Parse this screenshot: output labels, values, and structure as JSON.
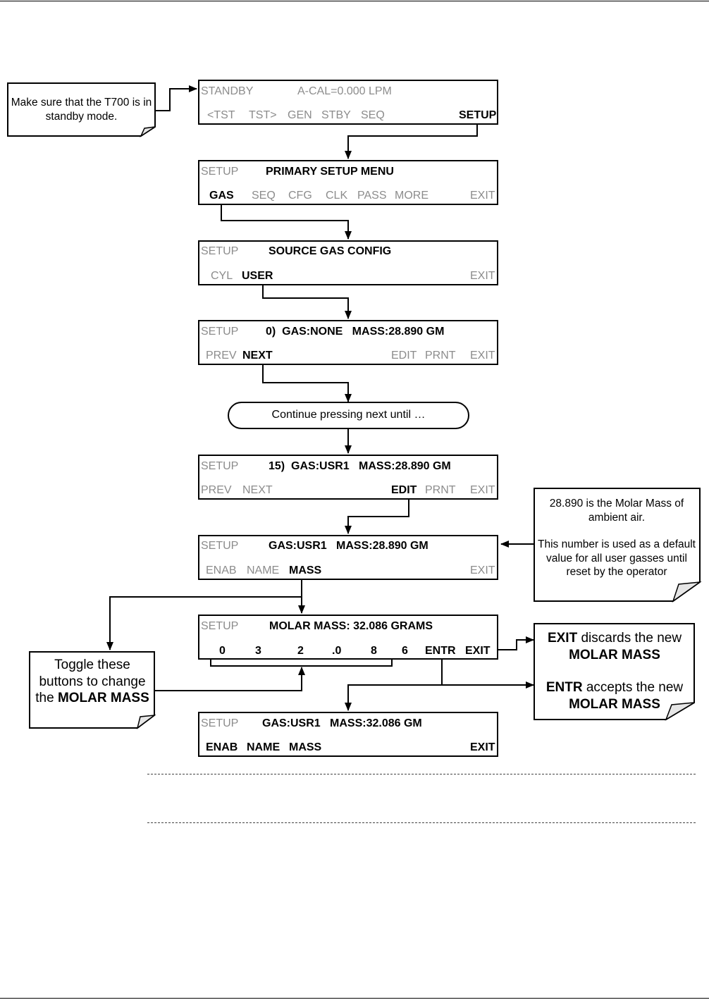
{
  "screens": [
    {
      "id": "standby",
      "row1": [
        {
          "text": "STANDBY",
          "style": "dim"
        },
        {
          "text": "A-CAL=0.000 LPM",
          "style": "dim"
        }
      ],
      "row2": [
        {
          "text": "<TST",
          "style": "dim"
        },
        {
          "text": "TST>",
          "style": "dim"
        },
        {
          "text": "GEN",
          "style": "dim"
        },
        {
          "text": "STBY",
          "style": "dim"
        },
        {
          "text": "SEQ",
          "style": "dim"
        },
        {
          "text": "SETUP",
          "style": "bold"
        }
      ]
    },
    {
      "id": "primary-setup",
      "row1": [
        {
          "text": "SETUP",
          "style": "dim"
        },
        {
          "text": "PRIMARY SETUP MENU",
          "style": "bold"
        }
      ],
      "row2": [
        {
          "text": "GAS",
          "style": "bold"
        },
        {
          "text": "SEQ",
          "style": "dim"
        },
        {
          "text": "CFG",
          "style": "dim"
        },
        {
          "text": "CLK",
          "style": "dim"
        },
        {
          "text": "PASS",
          "style": "dim"
        },
        {
          "text": "MORE",
          "style": "dim"
        },
        {
          "text": "EXIT",
          "style": "dim"
        }
      ]
    },
    {
      "id": "source-gas-config",
      "row1": [
        {
          "text": "SETUP",
          "style": "dim"
        },
        {
          "text": "SOURCE GAS CONFIG",
          "style": "bold"
        }
      ],
      "row2": [
        {
          "text": "CYL",
          "style": "dim"
        },
        {
          "text": "USER",
          "style": "bold"
        },
        {
          "text": "EXIT",
          "style": "dim"
        }
      ]
    },
    {
      "id": "gas-none",
      "row1": [
        {
          "text": "SETUP",
          "style": "dim"
        },
        {
          "text": "0)  GAS:NONE   MASS:28.890 GM",
          "style": "bold"
        }
      ],
      "row2": [
        {
          "text": "PREV",
          "style": "dim"
        },
        {
          "text": "NEXT",
          "style": "bold"
        },
        {
          "text": "EDIT",
          "style": "dim"
        },
        {
          "text": "PRNT",
          "style": "dim"
        },
        {
          "text": "EXIT",
          "style": "dim"
        }
      ]
    },
    {
      "id": "gas-usr1",
      "row1": [
        {
          "text": "SETUP",
          "style": "dim"
        },
        {
          "text": "15)  GAS:USR1   MASS:28.890 GM",
          "style": "bold"
        }
      ],
      "row2": [
        {
          "text": "PREV",
          "style": "dim"
        },
        {
          "text": "NEXT",
          "style": "dim"
        },
        {
          "text": "EDIT",
          "style": "bold"
        },
        {
          "text": "PRNT",
          "style": "dim"
        },
        {
          "text": "EXIT",
          "style": "dim"
        }
      ]
    },
    {
      "id": "gas-usr1-edit",
      "row1": [
        {
          "text": "SETUP",
          "style": "dim"
        },
        {
          "text": "GAS:USR1   MASS:28.890 GM",
          "style": "bold"
        }
      ],
      "row2": [
        {
          "text": "ENAB",
          "style": "dim"
        },
        {
          "text": "NAME",
          "style": "dim"
        },
        {
          "text": "MASS",
          "style": "bold"
        },
        {
          "text": "EXIT",
          "style": "dim"
        }
      ]
    },
    {
      "id": "molar-mass",
      "row1": [
        {
          "text": "SETUP",
          "style": "dim"
        },
        {
          "text": "MOLAR MASS: 32.086 GRAMS",
          "style": "bold"
        }
      ],
      "row2": [
        {
          "text": "0",
          "style": "bold"
        },
        {
          "text": "3",
          "style": "bold"
        },
        {
          "text": "2",
          "style": "bold"
        },
        {
          "text": ".0",
          "style": "bold"
        },
        {
          "text": "8",
          "style": "bold"
        },
        {
          "text": "6",
          "style": "bold"
        },
        {
          "text": "ENTR",
          "style": "bold"
        },
        {
          "text": "EXIT",
          "style": "bold"
        }
      ]
    },
    {
      "id": "gas-usr1-result",
      "row1": [
        {
          "text": "SETUP",
          "style": "dim"
        },
        {
          "text": "GAS:USR1   MASS:32.086 GM",
          "style": "bold"
        }
      ],
      "row2": [
        {
          "text": "ENAB",
          "style": "bold"
        },
        {
          "text": "NAME",
          "style": "bold"
        },
        {
          "text": "MASS",
          "style": "bold"
        },
        {
          "text": "EXIT",
          "style": "bold"
        }
      ]
    }
  ],
  "continue_pill": "Continue pressing next until …",
  "notes": {
    "standby": "Make sure that the T700 is in standby mode.",
    "molar_info_1": "28.890 is the  Molar Mass of ambient air.",
    "molar_info_2": "This number is used as a default value for all user gasses until reset by  the operator",
    "toggle_prefix": "Toggle these buttons to change the",
    "toggle_bold": "MOLAR MASS",
    "exit_bold": "EXIT",
    "exit_text": "discards the new",
    "exit_bold2": "MOLAR MASS",
    "entr_bold": "ENTR",
    "entr_text": "accepts the new",
    "entr_bold2": "MOLAR MASS"
  }
}
